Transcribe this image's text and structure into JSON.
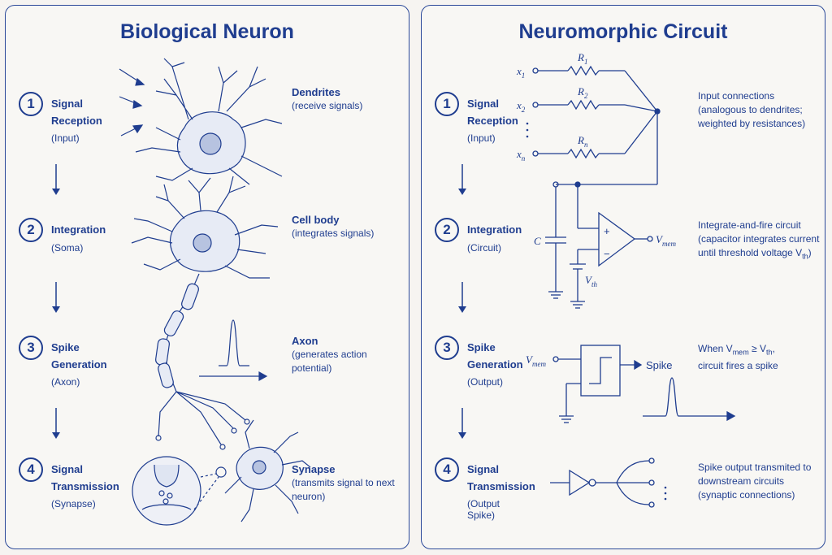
{
  "left_panel": {
    "title": "Biological Neuron",
    "steps": [
      {
        "num": "1",
        "name": "Signal Reception",
        "sub": "(Input)"
      },
      {
        "num": "2",
        "name": "Integration",
        "sub": "(Soma)"
      },
      {
        "num": "3",
        "name": "Spike Generation",
        "sub": "(Axon)"
      },
      {
        "num": "4",
        "name": "Signal Transmission",
        "sub": "(Synapse)"
      }
    ],
    "descriptions": [
      {
        "title": "Dendrites",
        "text": "(receive signals)"
      },
      {
        "title": "Cell body",
        "text": "(integrates signals)"
      },
      {
        "title": "Axon",
        "text": "(generates action potential)"
      },
      {
        "title": "Synapse",
        "text": "(transmits signal to next neuron)"
      }
    ]
  },
  "right_panel": {
    "title": "Neuromorphic Circuit",
    "steps": [
      {
        "num": "1",
        "name": "Signal Reception",
        "sub": "(Input)"
      },
      {
        "num": "2",
        "name": "Integration",
        "sub": "(Circuit)"
      },
      {
        "num": "3",
        "name": "Spike Generation",
        "sub": "(Output)"
      },
      {
        "num": "4",
        "name": "Signal Transmission",
        "sub": "(Output Spike)"
      }
    ],
    "descriptions": [
      "Input connections (analogous to dendrites; weighted by resistances)",
      "Integrate-and-fire circuit (capacitor integrates current until threshold voltage V",
      "When V",
      "Spike output transmited to downstream circuits (synaptic connections)"
    ],
    "desc2_sub": "th",
    "desc2_end": ")",
    "desc3_mid": "mem",
    "desc3_ge": " ≥ V",
    "desc3_sub": "th",
    "desc3_end": ",",
    "desc3_line2": "circuit fires a spike",
    "circuit": {
      "inputs": [
        "x",
        "x",
        "x"
      ],
      "input_subs": [
        "1",
        "2",
        "n"
      ],
      "resistors": [
        "R",
        "R",
        "R"
      ],
      "resistor_subs": [
        "1",
        "2",
        "n"
      ],
      "capacitor": "C",
      "vth": "V",
      "vth_sub": "th",
      "vmem": "V",
      "vmem_sub": "mem",
      "plus": "+",
      "minus": "−",
      "spike_label": "Spike"
    }
  }
}
